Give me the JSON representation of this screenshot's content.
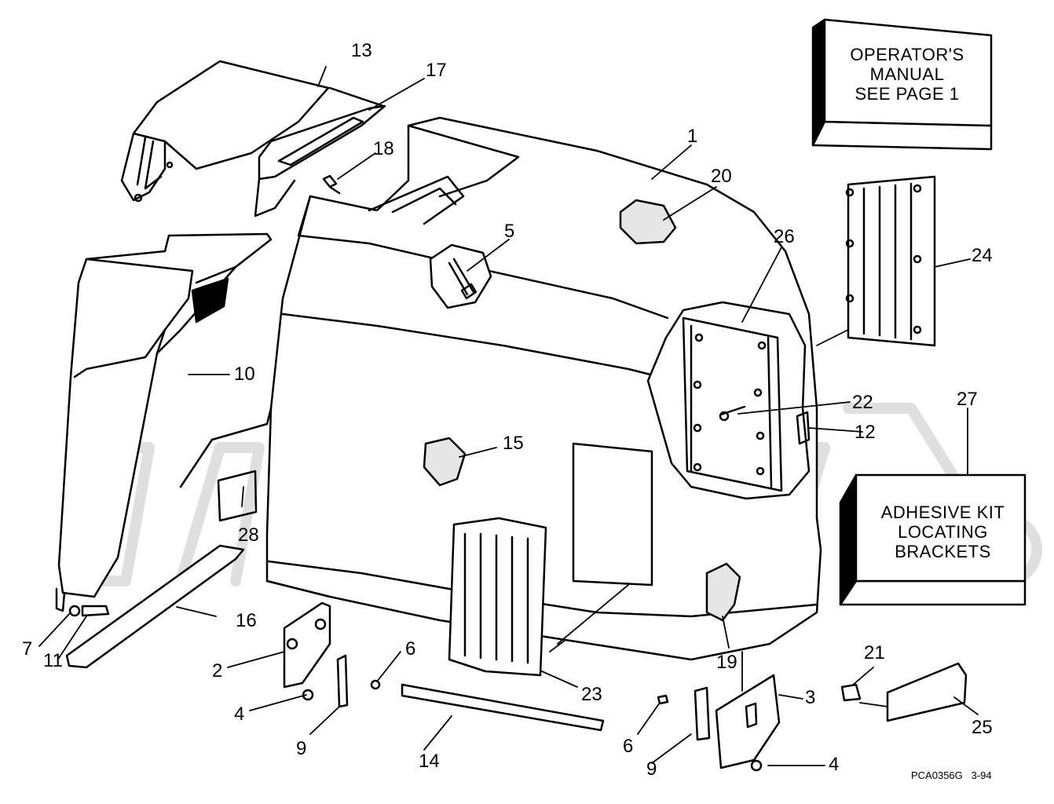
{
  "callouts": {
    "c1": "1",
    "c2": "2",
    "c3": "3",
    "c4a": "4",
    "c4b": "4",
    "c5": "5",
    "c6a": "6",
    "c6b": "6",
    "c7": "7",
    "c9a": "9",
    "c9b": "9",
    "c10": "10",
    "c11": "11",
    "c12": "12",
    "c13": "13",
    "c14": "14",
    "c15": "15",
    "c16": "16",
    "c17": "17",
    "c18": "18",
    "c19": "19",
    "c20": "20",
    "c21": "21",
    "c22": "22",
    "c23": "23",
    "c24": "24",
    "c25": "25",
    "c26": "26",
    "c27": "27",
    "c28": "28"
  },
  "operator_box": {
    "line1": "OPERATOR'S",
    "line2": "MANUAL",
    "line3": "SEE PAGE 1"
  },
  "adhesive_box": {
    "line1": "ADHESIVE KIT",
    "line2": "LOCATING",
    "line3": "BRACKETS"
  },
  "figure_code": "PCA0356G   3-94"
}
